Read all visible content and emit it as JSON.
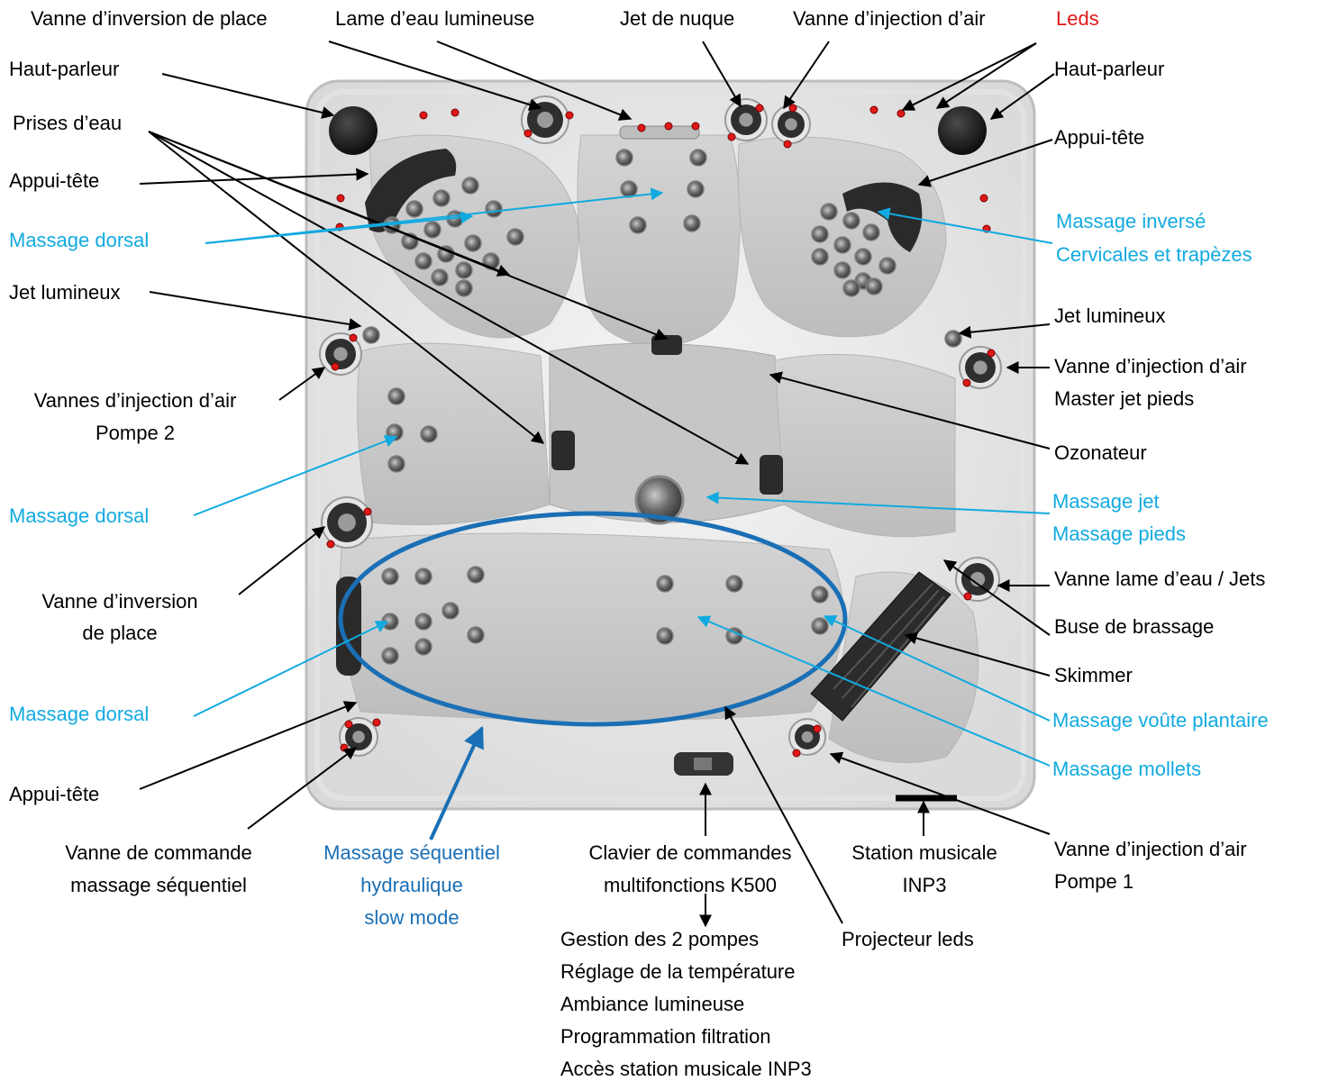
{
  "colors": {
    "black_label": "#000000",
    "massage_label": "#11aae0",
    "sequential_label": "#1a6fb5",
    "leds_label": "#e01818",
    "led_dot": "#e01818",
    "tub_shell": "#ececec",
    "tub_inner": "#d2d2d2",
    "headrest": "#2a2a2a"
  },
  "labels": {
    "vanne_inversion_place_top": "Vanne d’inversion de place",
    "lame_eau_lumineuse": "Lame d’eau lumineuse",
    "jet_nuque": "Jet de nuque",
    "vanne_injection_air_top": "Vanne d’injection d’air",
    "leds": "Leds",
    "haut_parleur_left": "Haut-parleur",
    "haut_parleur_right": "Haut-parleur",
    "prises_eau": "Prises d’eau",
    "appui_tete_left": "Appui-tête",
    "appui_tete_right": "Appui-tête",
    "massage_dorsal_1": "Massage dorsal",
    "massage_inverse_l1": "Massage inversé",
    "massage_inverse_l2": "Cervicales et trapèzes",
    "jet_lumineux_left": "Jet lumineux",
    "jet_lumineux_right": "Jet lumineux",
    "vanne_injection_master_l1": "Vanne d’injection d’air",
    "vanne_injection_master_l2": "Master jet pieds",
    "vannes_injection_p2_l1": "Vannes d’injection d’air",
    "vannes_injection_p2_l2": "Pompe 2",
    "ozonateur": "Ozonateur",
    "massage_dorsal_2": "Massage dorsal",
    "massage_jet": "Massage jet",
    "massage_pieds": "Massage pieds",
    "vanne_inversion_left_l1": "Vanne d’inversion",
    "vanne_inversion_left_l2": "de place",
    "vanne_lame_eau_jets": "Vanne lame d’eau / Jets",
    "buse_brassage": "Buse de brassage",
    "skimmer": "Skimmer",
    "massage_dorsal_3": "Massage dorsal",
    "massage_voute_plantaire": "Massage voûte plantaire",
    "massage_mollets": "Massage mollets",
    "appui_tete_bottom": "Appui-tête",
    "vanne_commande_l1": "Vanne de commande",
    "vanne_commande_l2": "massage séquentiel",
    "massage_sequentiel_l1": "Massage séquentiel",
    "massage_sequentiel_l2": "hydraulique",
    "massage_sequentiel_l3": "slow mode",
    "clavier_l1": "Clavier de commandes",
    "clavier_l2": "multifonctions K500",
    "station_l1": "Station musicale",
    "station_l2": "INP3",
    "vanne_injection_p1_l1": "Vanne d’injection d’air",
    "vanne_injection_p1_l2": "Pompe 1",
    "projecteur_leds": "Projecteur leds"
  },
  "keypad_functions": [
    "Gestion des 2 pompes",
    "Réglage de la température",
    "Ambiance lumineuse",
    "Programmation filtration",
    "Accès station musicale INP3"
  ]
}
